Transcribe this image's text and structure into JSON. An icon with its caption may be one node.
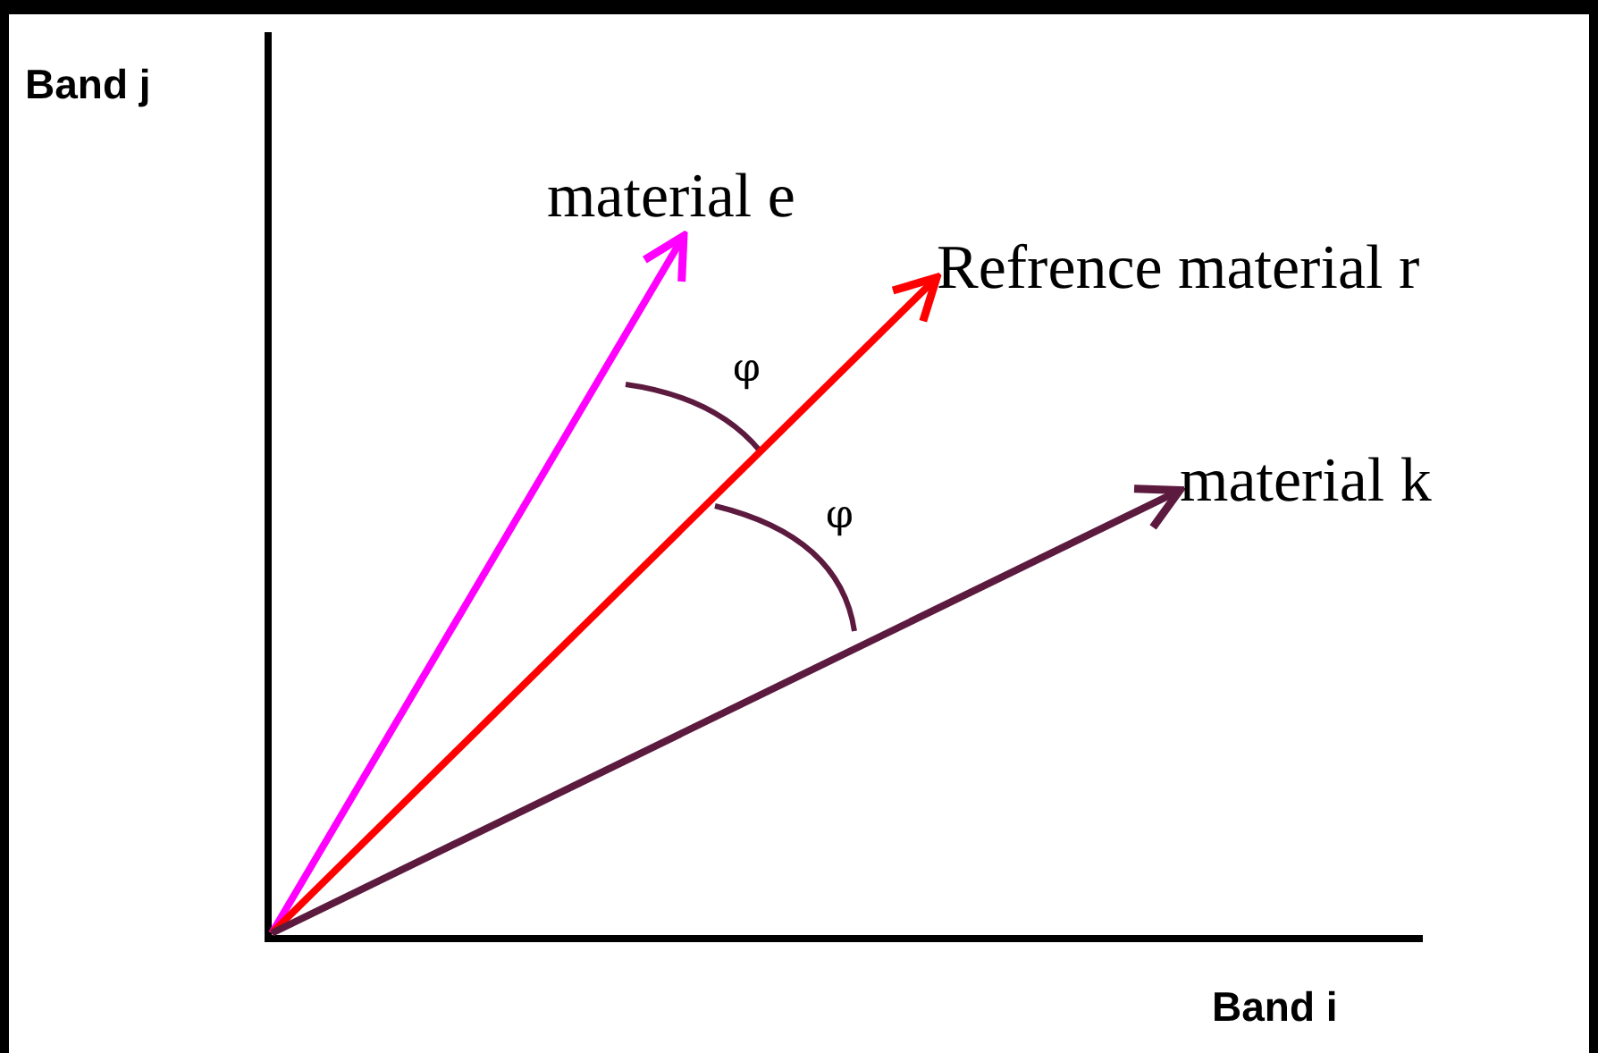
{
  "diagram": {
    "nodes": [
      {
        "text": [
          "material e"
        ]
      },
      {
        "text": [
          "Refrence material r"
        ]
      },
      {
        "text": [
          "material k"
        ]
      }
    ],
    "edges": [
      {
        "from": null,
        "to": 0,
        "arrow": "to",
        "color": "#ff00ff"
      },
      {
        "from": null,
        "to": 1,
        "arrow": "to",
        "color": "#ff0000"
      },
      {
        "from": null,
        "to": 2,
        "arrow": "to",
        "color": "#5c1a3f"
      }
    ],
    "labels": [
      "Band j",
      "φ",
      "φ",
      "Band i"
    ]
  }
}
